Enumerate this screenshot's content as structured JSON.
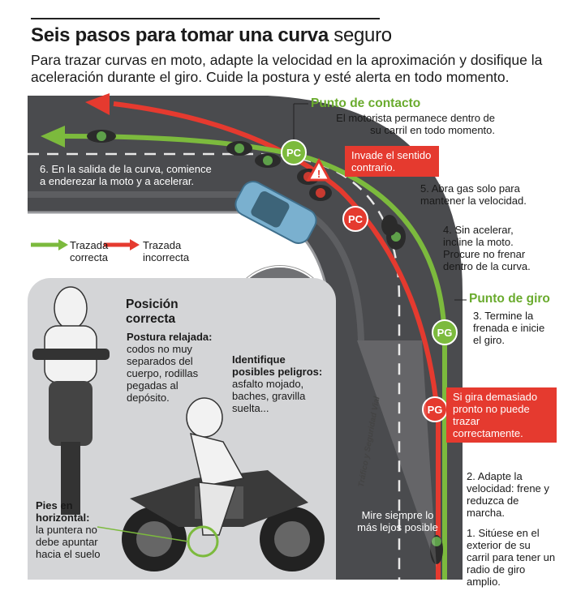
{
  "header": {
    "title_bold": "Seis pasos para tomar una curva",
    "title_light": "seguro",
    "intro": "Para trazar curvas en moto, adapte la velocidad en la aproximación y dosifique la aceleración durante el giro. Cuide la postura y esté alerta en todo momento."
  },
  "markers": {
    "pc": "PC",
    "pg": "PG"
  },
  "colors": {
    "correct": "#7cba3d",
    "incorrect": "#e53a2f",
    "road": "#4a4b4e",
    "panel": "#d4d5d7"
  },
  "contact": {
    "title": "Punto de contacto",
    "text": "El motorista permanece dentro de su carril en todo momento."
  },
  "invade": {
    "text": "Invade el sentido contrario."
  },
  "turn_point": {
    "title": "Punto de giro"
  },
  "steps": {
    "s6": "6. En la salida de la curva, comience a enderezar la moto y a acelerar.",
    "s5": "5. Abra gas solo para mantener la velocidad.",
    "s4": "4. Sin acelerar, incline la moto. Procure no frenar dentro de la curva.",
    "s3": "3. Termine la frenada e inicie el giro.",
    "s2": "2. Adapte la velocidad: frene y reduzca de marcha.",
    "s1": "1. Sitúese en el exterior de su carril para tener un radio de giro amplio."
  },
  "too_much": {
    "text": "Si gira demasiado pronto no puede trazar correctamente."
  },
  "legend": {
    "correct": "Trazada correcta",
    "incorrect": "Trazada incorrecta"
  },
  "posture": {
    "title": "Posición correcta",
    "relaxed_title": "Postura relajada:",
    "relaxed_text": "codos no muy separados del cuerpo, rodillas pegadas al depósito.",
    "feet_title": "Pies en horizontal:",
    "feet_text": "la puntera no debe apuntar hacia el suelo"
  },
  "hazards": {
    "title": "Identifique posibles peligros:",
    "text": "asfalto mojado, baches, gravilla suelta..."
  },
  "look": {
    "text": "Mire siempre lo más lejos posible"
  },
  "credit": {
    "text": "Tráfico y Seguridad Vial"
  }
}
